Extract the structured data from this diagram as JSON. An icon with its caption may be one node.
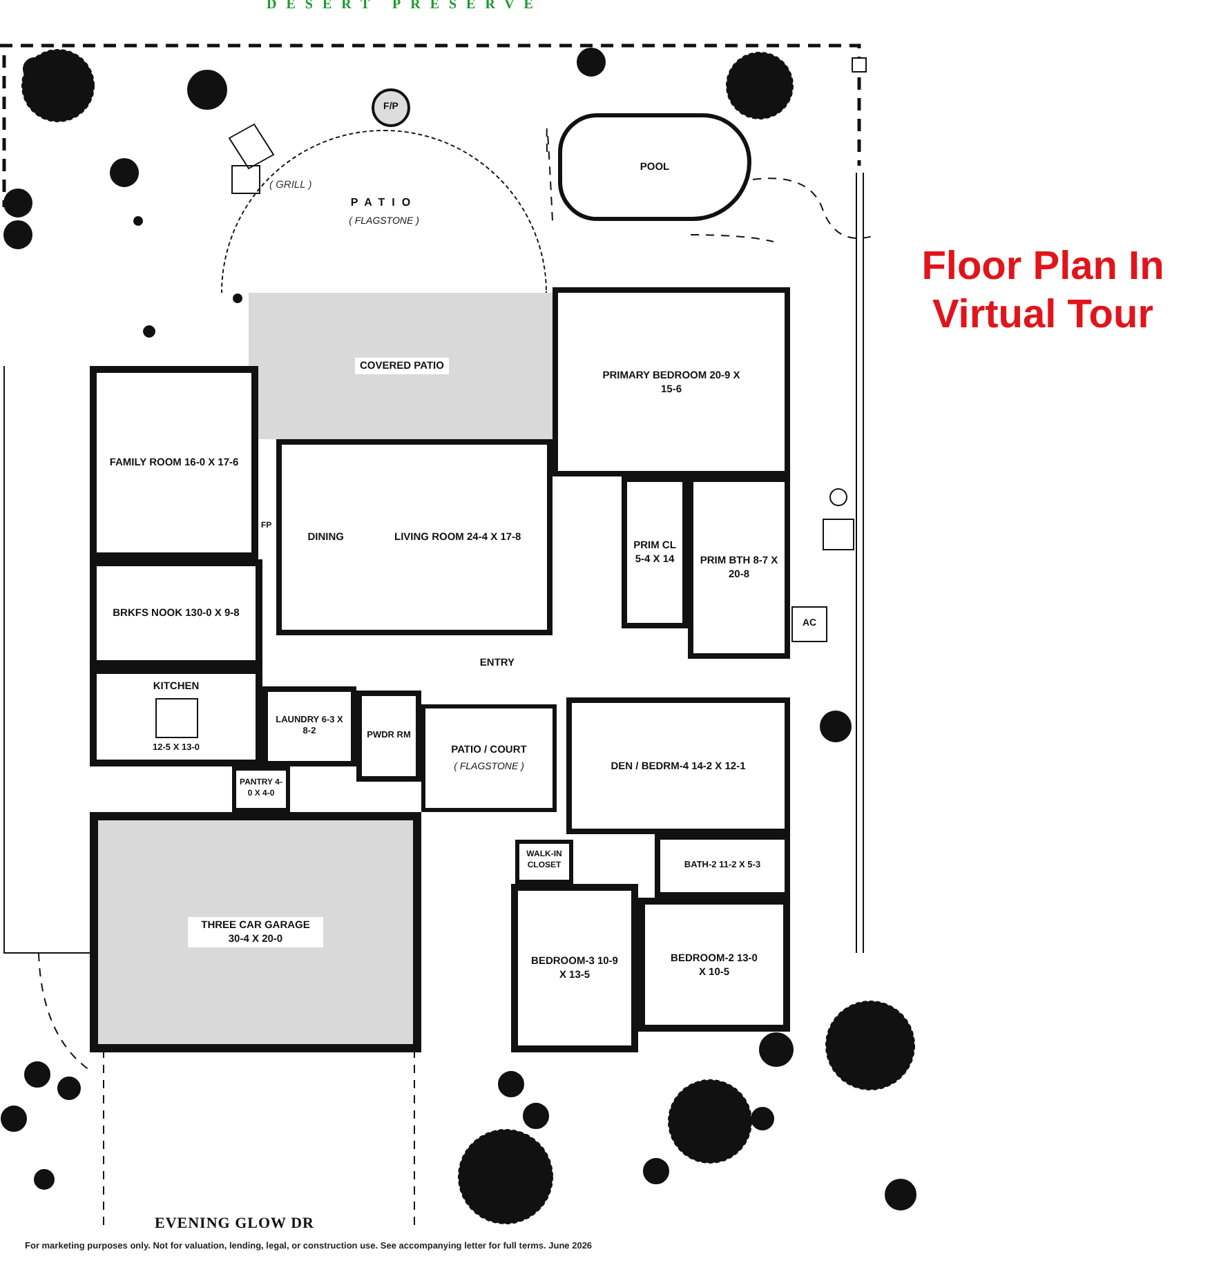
{
  "diagram": {
    "caption": "For marketing purposes only. Not for valuation, lending, legal, or construction use. See accompanying letter for full terms. June 2026",
    "nodes": [
      {
        "text": [
          "PATIO",
          "( FLAGSTONE )"
        ]
      },
      {
        "text": [
          "POOL"
        ]
      },
      {
        "text": [
          "COVERED PATIO"
        ]
      },
      {
        "text": [
          "PRIMARY BEDROOM 20-9 X 15-6"
        ]
      },
      {
        "text": [
          "FAMILY ROOM 16-0 X 17-6"
        ]
      },
      {
        "text": [
          "DINING",
          "LIVING ROOM 24-4 X 17-8"
        ]
      },
      {
        "text": [
          "PRIM CL 5-4 X 14"
        ]
      },
      {
        "text": [
          "PRIM BTH 8-7 X 20-8"
        ]
      },
      {
        "text": [
          "BRKFS NOOK 130-0 X 9-8"
        ]
      },
      {
        "text": [
          "KITCHEN",
          "12-5 X 13-0"
        ]
      },
      {
        "text": [
          "ENTRY"
        ]
      },
      {
        "text": [
          "LAUNDRY 6-3 X 8-2"
        ]
      },
      {
        "text": [
          "PANTRY 4-0 X 4-0"
        ]
      },
      {
        "text": [
          "PWDR RM"
        ]
      },
      {
        "text": [
          "PATIO / COURT",
          "( FLAGSTONE )"
        ]
      },
      {
        "text": [
          "DEN / BEDRM-4 14-2 X 12-1"
        ]
      },
      {
        "text": [
          "THREE CAR GARAGE 30-4 X 20-0"
        ]
      },
      {
        "text": [
          "WALK-IN CLOSET"
        ]
      },
      {
        "text": [
          "BATH-2 11-2 X 5-3"
        ]
      },
      {
        "text": [
          "BEDROOM-3 10-9 X 13-5"
        ]
      },
      {
        "text": [
          "BEDROOM-2 13-0 X 10-5"
        ]
      },
      {
        "text": [
          "AC"
        ]
      },
      {
        "text": [
          "F/P"
        ]
      }
    ],
    "labels": [
      "DESERT PRESERVE",
      "( GRILL )",
      "Floor Plan In Virtual Tour",
      "FP",
      "EVENING GLOW DR"
    ]
  }
}
